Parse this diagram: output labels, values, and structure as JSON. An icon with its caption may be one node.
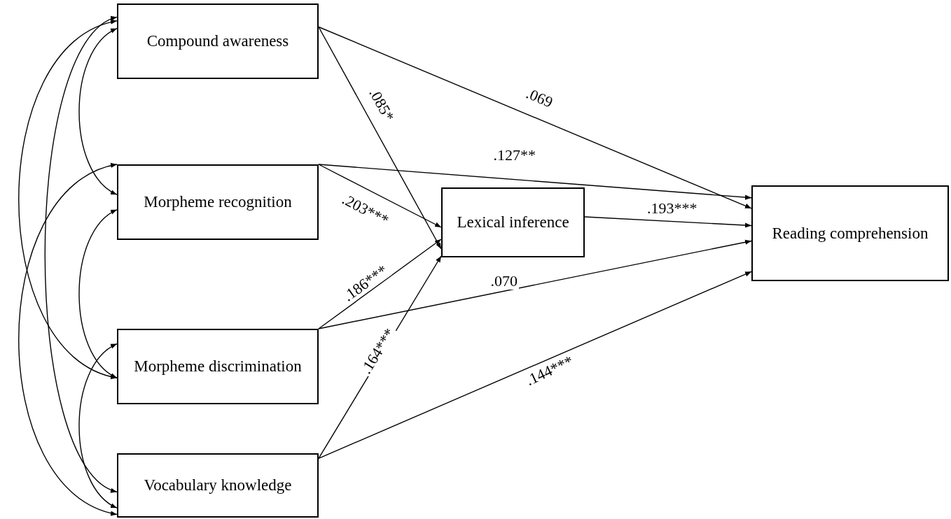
{
  "diagram": {
    "nodes": [
      {
        "text": [
          "Compound awareness"
        ]
      },
      {
        "text": [
          "Morpheme recognition"
        ]
      },
      {
        "text": [
          "Morpheme discrimination"
        ]
      },
      {
        "text": [
          "Vocabulary knowledge"
        ]
      },
      {
        "text": [
          "Lexical inference"
        ]
      },
      {
        "text": [
          "Reading comprehension"
        ]
      }
    ],
    "edges": [
      {
        "from": 0,
        "to": 4,
        "arrow": "to",
        "label": ".085*"
      },
      {
        "from": 0,
        "to": 5,
        "arrow": "to",
        "label": ".069"
      },
      {
        "from": 1,
        "to": 5,
        "arrow": "to",
        "label": ".127**"
      },
      {
        "from": 1,
        "to": 4,
        "arrow": "to",
        "label": ".203***"
      },
      {
        "from": 4,
        "to": 5,
        "arrow": "to",
        "label": ".193***"
      },
      {
        "from": 2,
        "to": 4,
        "arrow": "to",
        "label": ".186***"
      },
      {
        "from": 2,
        "to": 5,
        "arrow": "to",
        "label": ".070"
      },
      {
        "from": 3,
        "to": 4,
        "arrow": "to",
        "label": ".164***"
      },
      {
        "from": 3,
        "to": 5,
        "arrow": "to",
        "label": ".144***"
      },
      {
        "from": 0,
        "to": 1,
        "arrow": "both"
      },
      {
        "from": 0,
        "to": 2,
        "arrow": "both"
      },
      {
        "from": 0,
        "to": 3,
        "arrow": "both"
      },
      {
        "from": 1,
        "to": 2,
        "arrow": "both"
      },
      {
        "from": 1,
        "to": 3,
        "arrow": "both"
      },
      {
        "from": 2,
        "to": 3,
        "arrow": "both"
      }
    ]
  }
}
